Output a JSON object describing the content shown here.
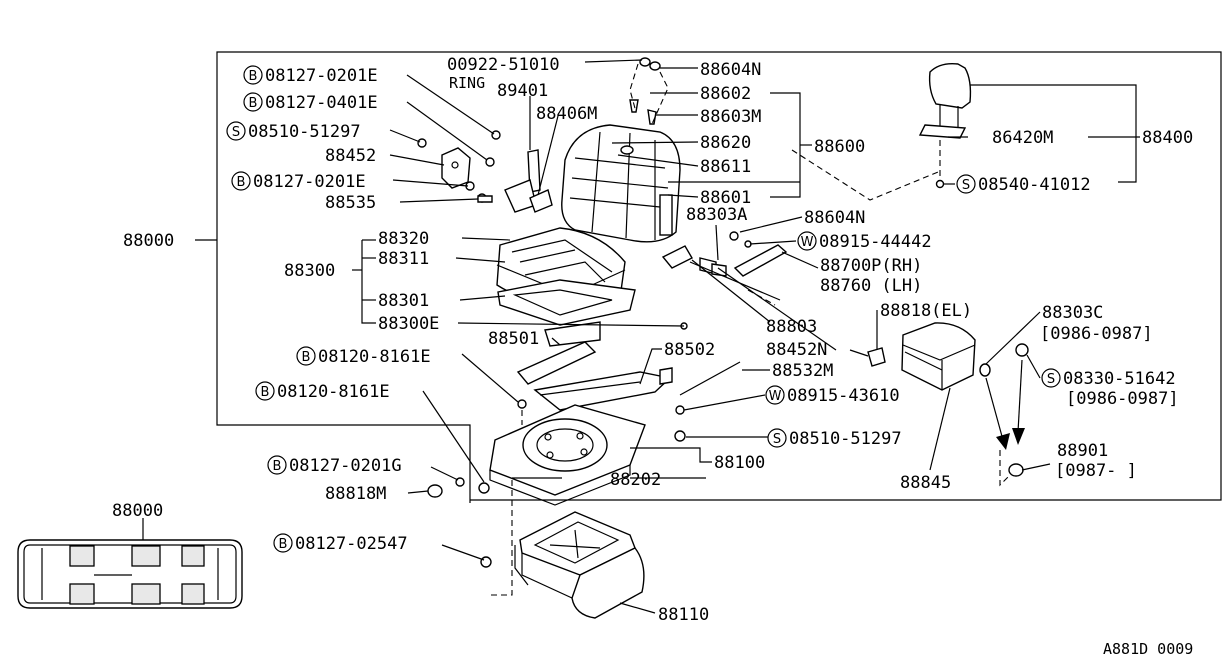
{
  "diagram": {
    "footer_code": "A881D 0009",
    "prefixes": {
      "bolt": "B",
      "screw": "S",
      "washer": "W"
    },
    "labels": {
      "p00922": "00922-51010",
      "ring": "RING",
      "p89401": "89401",
      "p88604N_top": "88604N",
      "p88602": "88602",
      "p88603M": "88603M",
      "p88406M": "88406M",
      "p88620": "88620",
      "p88611": "88611",
      "p88601": "88601",
      "p88600": "88600",
      "p86420M": "86420M",
      "p88400": "88400",
      "p08540": "08540-41012",
      "b08127_0201E_a": "08127-0201E",
      "b08127_0401E": "08127-0401E",
      "s08510_top": "08510-51297",
      "p88452": "88452",
      "b08127_0201E_b": "08127-0201E",
      "p88535": "88535",
      "p88000_main": "88000",
      "p88320": "88320",
      "p88311": "88311",
      "p88300": "88300",
      "p88301": "88301",
      "p88300E": "88300E",
      "p88303A": "88303A",
      "p88604N_mid": "88604N",
      "w08915_44442": "08915-44442",
      "p88700P": "88700P(RH)",
      "p88760": "88760 (LH)",
      "p88818EL": "88818(EL)",
      "p88303C": "88303C",
      "d0986_0987_a": "[0986-0987]",
      "p88803": "88803",
      "p88452N": "88452N",
      "p88501": "88501",
      "p88502": "88502",
      "b08120_a": "08120-8161E",
      "b08120_b": "08120-8161E",
      "p88532M": "88532M",
      "w08915_43610": "08915-43610",
      "s08330": "08330-51642",
      "d0986_0987_b": "[0986-0987]",
      "s08510_low": "08510-51297",
      "p88100": "88100",
      "p88202": "88202",
      "p88901": "88901",
      "d0987": "[0987-   ]",
      "p88845": "88845",
      "b08127_0201G": "08127-0201G",
      "p88818M": "88818M",
      "p88000_car": "88000",
      "b08127_02547": "08127-02547",
      "p88110": "88110"
    }
  }
}
